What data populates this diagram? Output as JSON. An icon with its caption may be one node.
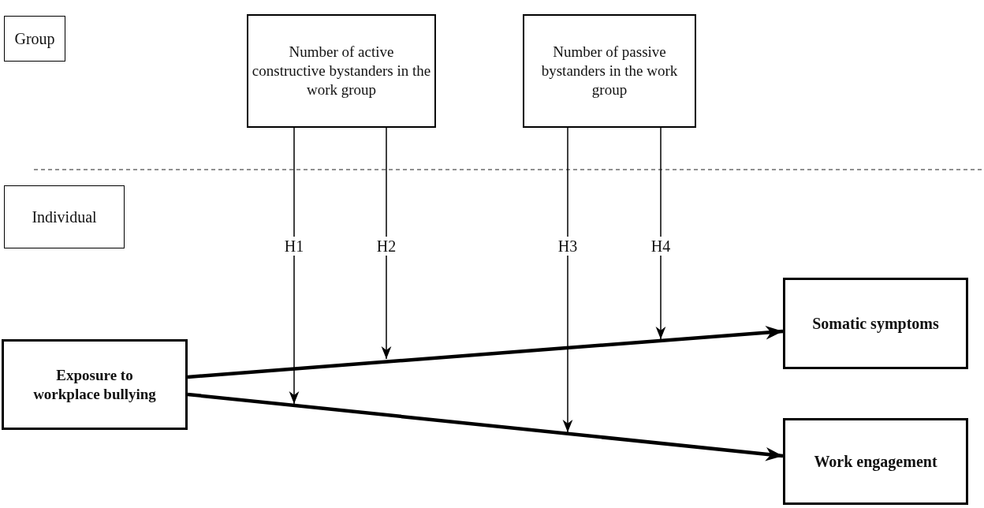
{
  "diagram": {
    "nodes": [
      {
        "text": [
          "Group"
        ]
      },
      {
        "text": [
          "Individual"
        ]
      },
      {
        "text": [
          "Number of active constructive bystanders in the work group"
        ]
      },
      {
        "text": [
          "Number of passive bystanders in the work group"
        ]
      },
      {
        "text": [
          "Exposure to workplace bullying"
        ]
      },
      {
        "text": [
          "Somatic symptoms"
        ]
      },
      {
        "text": [
          "Work engagement"
        ]
      }
    ],
    "edges": [
      {
        "from": 4,
        "to": 5,
        "arrow": "to",
        "style": "thick"
      },
      {
        "from": 4,
        "to": 6,
        "arrow": "to",
        "style": "thick"
      },
      {
        "from": 2,
        "to": null,
        "arrow": "to",
        "label": "H1"
      },
      {
        "from": 2,
        "to": null,
        "arrow": "to",
        "label": "H2"
      },
      {
        "from": 3,
        "to": null,
        "arrow": "to",
        "label": "H3"
      },
      {
        "from": 3,
        "to": null,
        "arrow": "to",
        "label": "H4"
      }
    ]
  }
}
